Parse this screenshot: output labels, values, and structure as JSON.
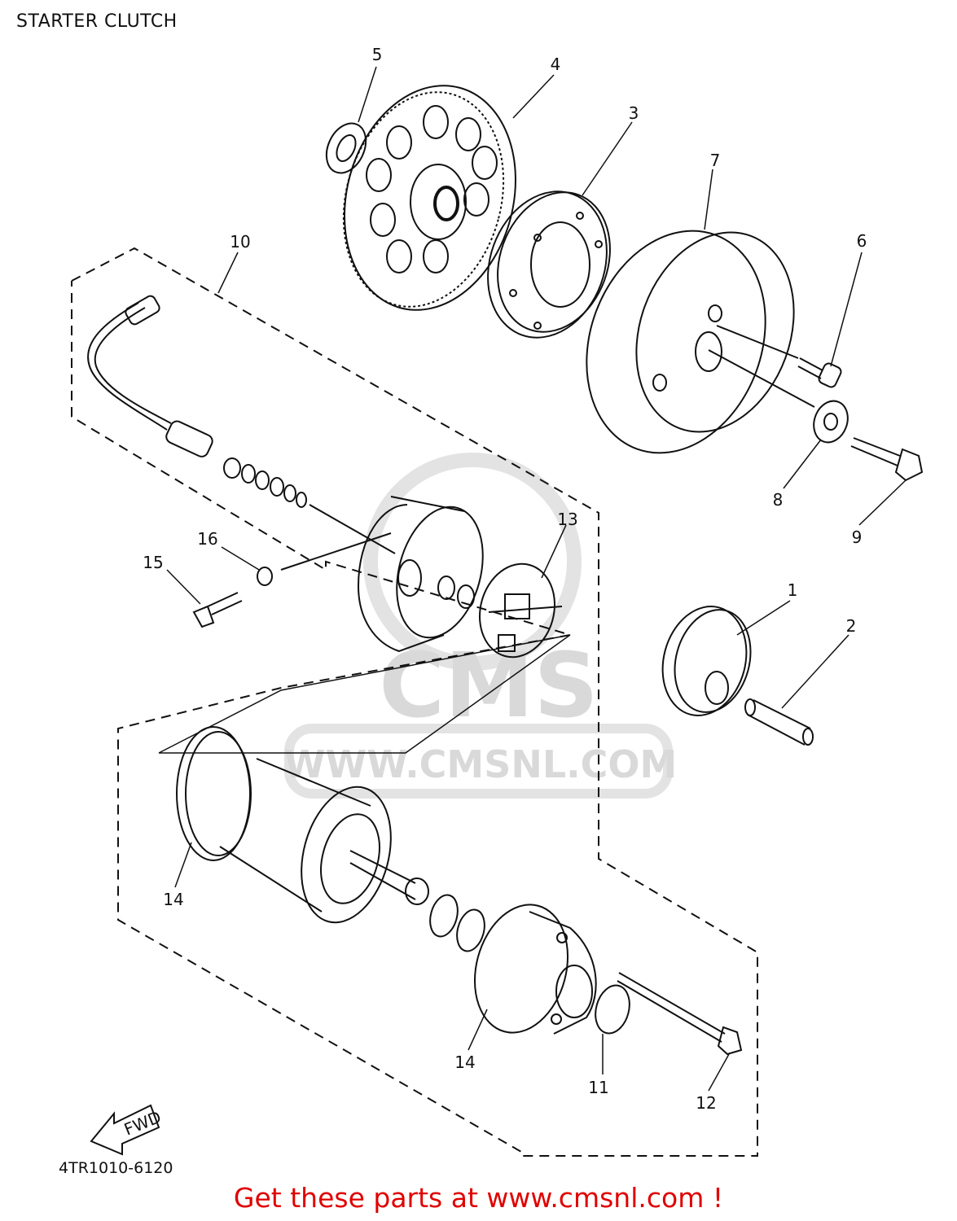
{
  "title": "STARTER CLUTCH",
  "diagram_code": "4TR1010-6120",
  "footer_link": "Get these parts at www.cmsnl.com !",
  "watermark": {
    "logo": "CMS",
    "url": "WWW.CMSNL.COM"
  },
  "fwd_label": "FWD",
  "callouts": [
    "1",
    "2",
    "3",
    "4",
    "5",
    "6",
    "7",
    "8",
    "9",
    "10",
    "11",
    "12",
    "13",
    "14",
    "14",
    "15",
    "16"
  ],
  "colors": {
    "footer_text": "#e00000",
    "line": "#111111",
    "watermark": "#d9d9d9"
  }
}
